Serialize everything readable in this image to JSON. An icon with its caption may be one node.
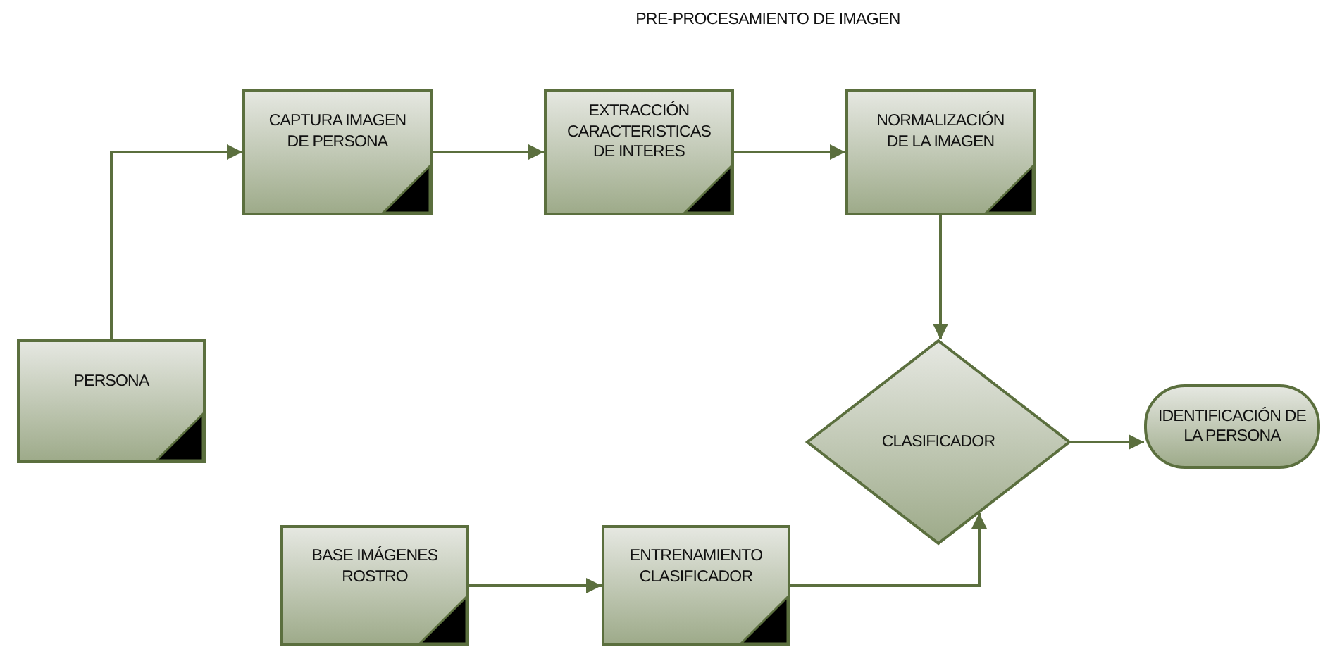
{
  "diagram": {
    "title": "PRE-PROCESAMIENTO DE IMAGEN",
    "nodes": [
      {
        "text": [
          "PERSONA"
        ]
      },
      {
        "text": [
          "CAPTURA IMAGEN DE PERSONA"
        ]
      },
      {
        "text": [
          "EXTRACCIÓN CARACTERISTICAS DE INTERES"
        ]
      },
      {
        "text": [
          "NORMALIZACIÓN DE LA IMAGEN"
        ]
      },
      {
        "text": [
          "CLASIFICADOR"
        ]
      },
      {
        "text": [
          "IDENTIFICACIÓN DE LA PERSONA"
        ]
      },
      {
        "text": [
          "BASE IMÁGENES ROSTRO"
        ]
      },
      {
        "text": [
          "ENTRENAMIENTO CLASIFICADOR"
        ]
      }
    ],
    "edges": [
      {
        "from": 0,
        "to": 1,
        "arrow": "to"
      },
      {
        "from": 1,
        "to": 2,
        "arrow": "to"
      },
      {
        "from": 2,
        "to": 3,
        "arrow": "to"
      },
      {
        "from": 3,
        "to": 4,
        "arrow": "to"
      },
      {
        "from": 4,
        "to": 5,
        "arrow": "to"
      },
      {
        "from": 6,
        "to": 7,
        "arrow": "to"
      },
      {
        "from": 7,
        "to": 4,
        "arrow": "to"
      }
    ]
  }
}
